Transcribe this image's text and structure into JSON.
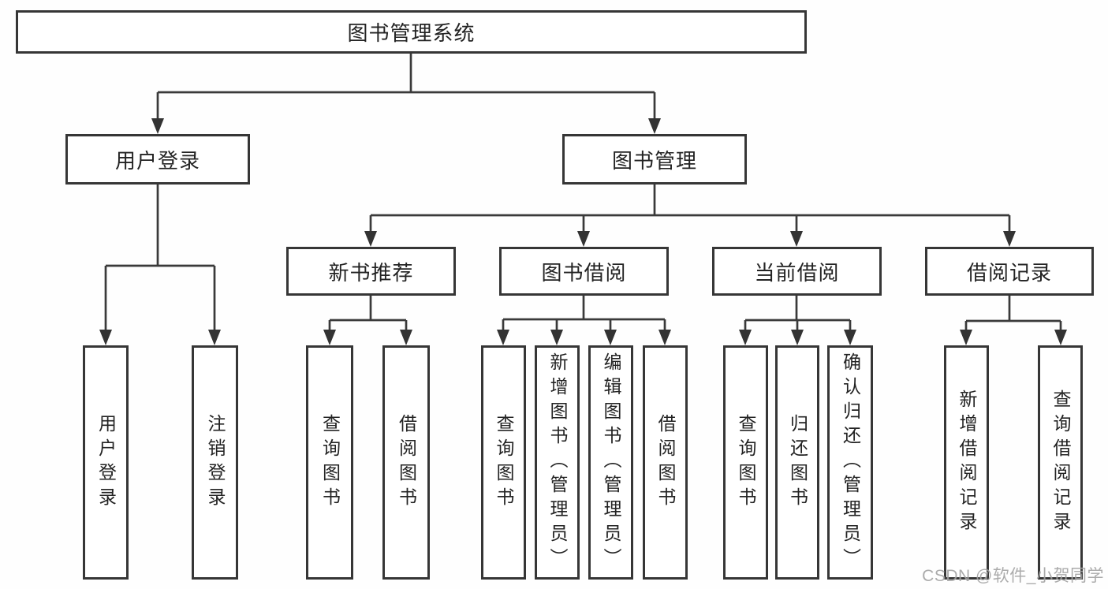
{
  "diagram_title": "图书管理系统",
  "tree": {
    "label": "图书管理系统",
    "children": [
      {
        "label": "用户登录",
        "children": [
          {
            "label": "用户登录"
          },
          {
            "label": "注销登录"
          }
        ]
      },
      {
        "label": "图书管理",
        "children": [
          {
            "label": "新书推荐",
            "children": [
              {
                "label": "查询图书"
              },
              {
                "label": "借阅图书"
              }
            ]
          },
          {
            "label": "图书借阅",
            "children": [
              {
                "label": "查询图书"
              },
              {
                "label": "新增图书（管理员）"
              },
              {
                "label": "编辑图书（管理员）"
              },
              {
                "label": "借阅图书"
              }
            ]
          },
          {
            "label": "当前借阅",
            "children": [
              {
                "label": "查询图书"
              },
              {
                "label": "归还图书"
              },
              {
                "label": "确认归还（管理员）"
              }
            ]
          },
          {
            "label": "借阅记录",
            "children": [
              {
                "label": "新增借阅记录"
              },
              {
                "label": "查询借阅记录"
              }
            ]
          }
        ]
      }
    ]
  },
  "watermark": "CSDN @软件_小贺同学",
  "colors": {
    "line": "#3a3a3a",
    "arrow": "#333333",
    "box_border": "#363636",
    "box_fill": "#ffffff",
    "text": "#232323",
    "watermark": "#949494",
    "background": "#fefefe"
  }
}
